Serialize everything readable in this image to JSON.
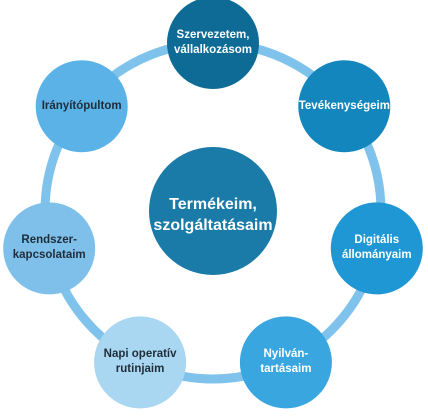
{
  "center": {
    "label": "Termékeim,\nszolgáltatásaim",
    "color": "#1a7aa8"
  },
  "ring_color": "#7fc3ec",
  "nodes": [
    {
      "label": "Szervezetem,\nvállalkozásom",
      "color": "#0d6b96",
      "text_color": "#ffffff"
    },
    {
      "label": "Tevékenységeim",
      "color": "#1386be",
      "text_color": "#ffffff"
    },
    {
      "label": "Digitális\nállományaim",
      "color": "#1f97d4",
      "text_color": "#ffffff"
    },
    {
      "label": "Nyilván-\ntartásaim",
      "color": "#3aa6e0",
      "text_color": "#ffffff"
    },
    {
      "label": "Napi operatív\nrutinjaim",
      "color": "#a9d7f1",
      "text_color": "#1f2d3a"
    },
    {
      "label": "Rendszer-\nkapcsolataim",
      "color": "#7ec0ea",
      "text_color": "#1f2d3a"
    },
    {
      "label": "Irányítópultom",
      "color": "#5bb2e6",
      "text_color": "#1f2d3a"
    }
  ]
}
